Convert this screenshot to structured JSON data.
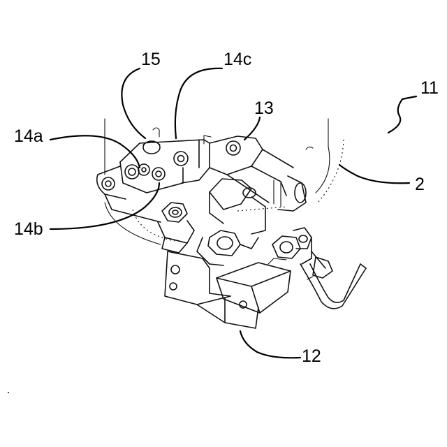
{
  "figure": {
    "reference_labels": {
      "label_11": "11",
      "label_2": "2",
      "label_12": "12",
      "label_13": "13",
      "label_14a": "14a",
      "label_14b": "14b",
      "label_14c": "14c",
      "label_15": "15"
    }
  }
}
